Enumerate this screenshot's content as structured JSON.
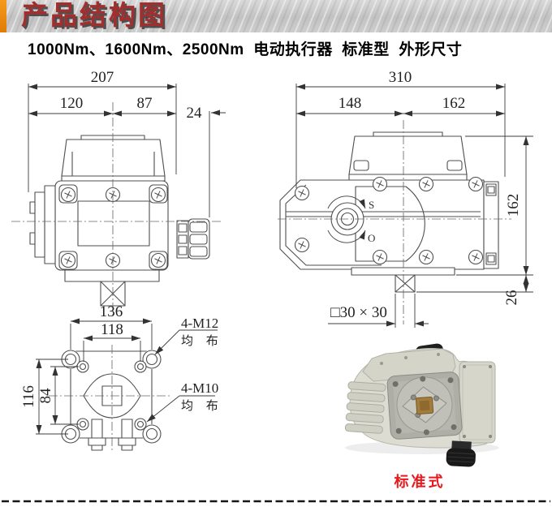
{
  "header": {
    "title": "产品结构图"
  },
  "subtitle": "1000Nm、1600Nm、2500Nm  电动执行器  标准型  外形尺寸",
  "front_view": {
    "dim_total_width": "207",
    "dim_width_left_of_center": "120",
    "dim_width_right_of_center": "87",
    "dim_gland_depth": "24"
  },
  "side_view": {
    "dim_total_width": "310",
    "dim_width_left_of_center": "148",
    "dim_width_right_of_center": "162",
    "dim_body_height": "162",
    "dim_shaft_protrusion": "26",
    "shaft_section_label": "□30 × 30",
    "indicator_shut_mark": "S",
    "indicator_open_mark": "O"
  },
  "bottom_view": {
    "dim_flange_width": "136",
    "dim_bolt_circle_width": "118",
    "dim_flange_height": "116",
    "dim_bolt_circle_height": "84",
    "label_m12_bolts": "4-M12",
    "label_m12_note": "均 布",
    "label_m10_bolts": "4-M10",
    "label_m10_note": "均 布"
  },
  "photo": {
    "caption": "标准式"
  },
  "colors": {
    "accent_orange": "#ee8411",
    "title_red": "#a32e2e",
    "caption_red": "#e8191c"
  }
}
